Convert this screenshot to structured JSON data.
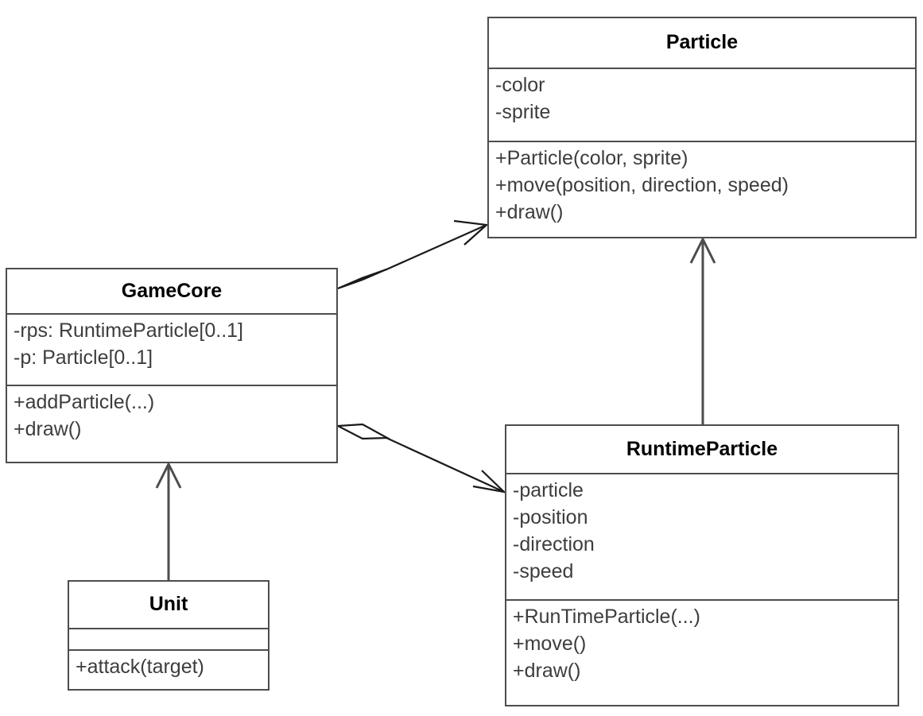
{
  "diagram": {
    "type": "uml-class-diagram",
    "stroke_color": "#4d4d4d",
    "title_color": "#000000",
    "member_color": "#3d3d3d",
    "background": "#ffffff",
    "classes": [
      {
        "id": "particle",
        "name": "Particle",
        "attributes": [
          "-color",
          "-sprite"
        ],
        "operations": [
          "+Particle(color, sprite)",
          "+move(position, direction, speed)",
          "+draw()"
        ]
      },
      {
        "id": "gamecore",
        "name": "GameCore",
        "attributes": [
          "-rps: RuntimeParticle[0..1]",
          "-p: Particle[0..1]"
        ],
        "operations": [
          "+addParticle(...)",
          "+draw()"
        ]
      },
      {
        "id": "runtimeparticle",
        "name": "RuntimeParticle",
        "attributes": [
          "-particle",
          "-position",
          "-direction",
          "-speed"
        ],
        "operations": [
          "+RunTimeParticle(...)",
          "+move()",
          "+draw()"
        ]
      },
      {
        "id": "unit",
        "name": "Unit",
        "attributes": [],
        "operations": [
          "+attack(target)"
        ]
      }
    ],
    "relationships": [
      {
        "id": "gamecore-particle",
        "kind": "aggregation",
        "source": "gamecore",
        "target": "particle",
        "source_decoration": "hollow-diamond",
        "target_decoration": "open-arrow",
        "label": ""
      },
      {
        "id": "gamecore-runtimeparticle",
        "kind": "aggregation",
        "source": "gamecore",
        "target": "runtimeparticle",
        "source_decoration": "hollow-diamond",
        "target_decoration": "open-arrow",
        "label": ""
      },
      {
        "id": "runtimeparticle-particle",
        "kind": "generalization",
        "source": "runtimeparticle",
        "target": "particle",
        "source_decoration": "none",
        "target_decoration": "open-arrow",
        "label": ""
      },
      {
        "id": "unit-gamecore",
        "kind": "generalization",
        "source": "unit",
        "target": "gamecore",
        "source_decoration": "none",
        "target_decoration": "open-arrow",
        "label": ""
      }
    ]
  }
}
